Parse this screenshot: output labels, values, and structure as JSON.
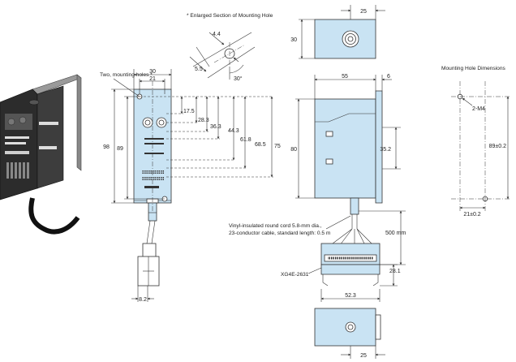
{
  "labels": {
    "enlarged_section": "* Enlarged Section of Mounting Hole",
    "mounting_hole_dimensions": "Mounting Hole Dimensions",
    "two_mounting_holes": "Two, mounting holes *",
    "cable_line1": "Vinyl-insulated round cord 5.8-mm dia.,",
    "cable_line2": "23-conductor cable, standard length: 0.5 m",
    "connector": "XG4E-2631"
  },
  "dims": {
    "w30_front": "30",
    "w21": "21",
    "h98": "98",
    "h89": "89",
    "d17_5": "17.5",
    "d28_3": "28.3",
    "d36_3": "36.3",
    "d44_3": "44.3",
    "d61_8": "61.8",
    "d68_5": "68.5",
    "d75": "75",
    "w8_2": "8.2",
    "hole_4_4": "4.4",
    "hole_5_5": "5.5",
    "hole_30deg": "30°",
    "top_25": "25",
    "top_30": "30",
    "side_55": "55",
    "side_6": "6",
    "side_80": "80",
    "side_35_2": "35.2",
    "cable_500": "500 mm",
    "conn_28_1": "28.1",
    "conn_52_3": "52.3",
    "bottom_25": "25",
    "mh_2m4": "2-M4",
    "mh_89": "89±0.2",
    "mh_21": "21±0.2"
  }
}
